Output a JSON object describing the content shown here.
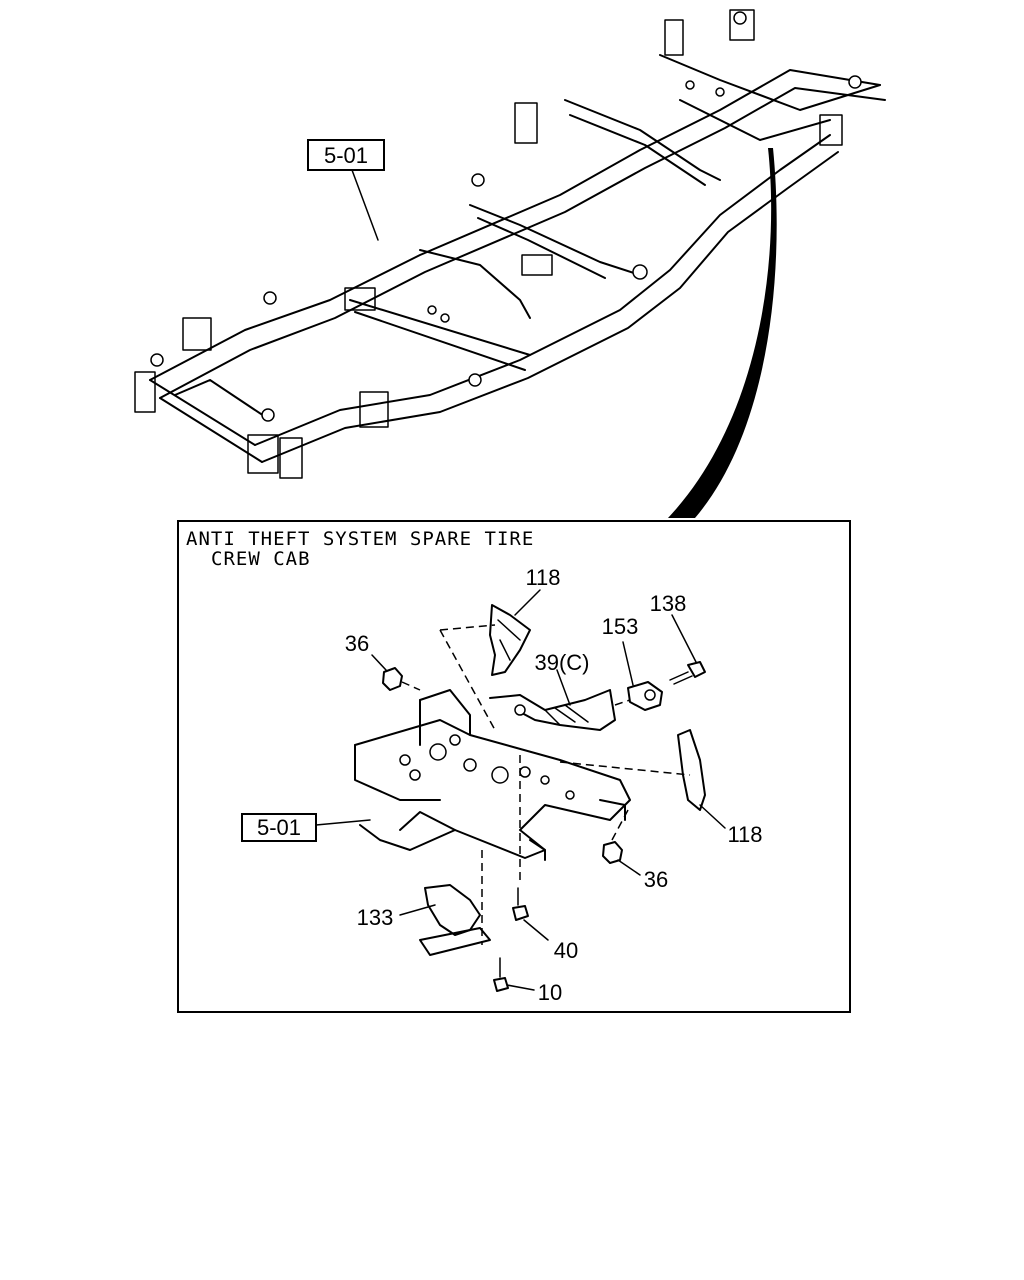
{
  "ref_labels": {
    "frame_main": "5-01",
    "frame_detail": "5-01"
  },
  "detail_box": {
    "title_line1": "ANTI THEFT SYSTEM SPARE TIRE",
    "title_line2": "CREW CAB"
  },
  "callouts": [
    {
      "id": "118a",
      "text": "118"
    },
    {
      "id": "36a",
      "text": "36"
    },
    {
      "id": "153",
      "text": "153"
    },
    {
      "id": "138",
      "text": "138"
    },
    {
      "id": "39c",
      "text": "39(C)"
    },
    {
      "id": "118b",
      "text": "118"
    },
    {
      "id": "36b",
      "text": "36"
    },
    {
      "id": "133",
      "text": "133"
    },
    {
      "id": "40",
      "text": "40"
    },
    {
      "id": "10",
      "text": "10"
    }
  ]
}
